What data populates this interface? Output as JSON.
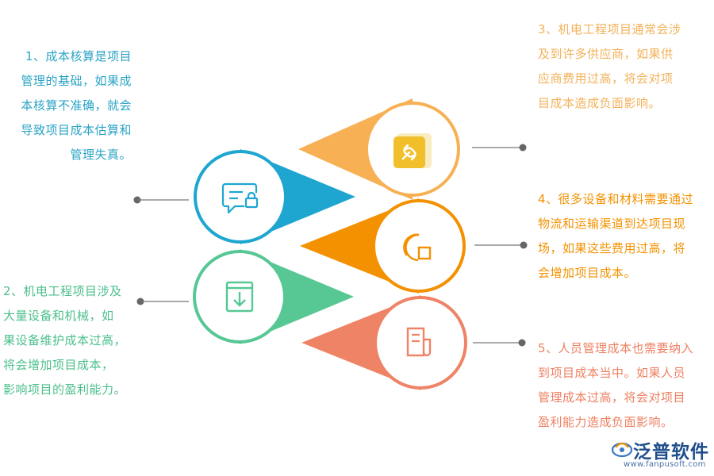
{
  "items": [
    {
      "id": "1",
      "lines": [
        "1、成本核算是项目",
        "管理的基础，如果成",
        "本核算不准确，就会",
        "导致项目成本估算和",
        "管理失真。"
      ],
      "color": "#2aa3c6",
      "icon": "message-lock-icon"
    },
    {
      "id": "2",
      "lines": [
        "2、机电工程项目涉及",
        "大量设备和机械，如",
        "果设备维护成本过高，",
        "将会增加项目成本，",
        "影响项目的盈利能力。"
      ],
      "color": "#56c292",
      "icon": "download-box-icon"
    },
    {
      "id": "3",
      "lines": [
        "3、机电工程项目通常会涉",
        "及到许多供应商，如果供",
        "应商费用过高，将会对项",
        "目成本造成负面影响。"
      ],
      "color": "#f3b25a",
      "icon": "link-icon"
    },
    {
      "id": "4",
      "lines": [
        "4、很多设备和材料需要通过",
        "物流和运输渠道到达项目现",
        "场，如果这些费用过高，将",
        "会增加项目成本。"
      ],
      "color": "#f39100",
      "icon": "chart-square-icon"
    },
    {
      "id": "5",
      "lines": [
        "5、人员管理成本也需要纳入",
        "到项目成本当中。如果人员",
        "管理成本过高，将会对项目",
        "盈利能力造成负面影响。"
      ],
      "color": "#ee8062",
      "icon": "document-icon"
    }
  ],
  "brand": {
    "name": "泛普软件",
    "url": "www.fanpusoft.com",
    "color": "#1f4e8c"
  }
}
